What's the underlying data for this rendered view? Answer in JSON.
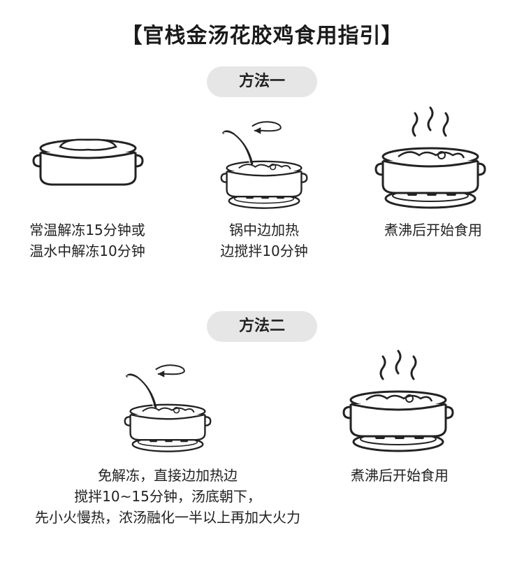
{
  "title": "【官栈金汤花胶鸡食用指引】",
  "method1": {
    "label": "方法一",
    "steps": [
      {
        "lines": [
          "常温解冻15分钟或",
          "温水中解冻10分钟"
        ],
        "icon": "thawing-bowl-icon"
      },
      {
        "lines": [
          "锅中边加热",
          "边搅拌10分钟"
        ],
        "icon": "stir-heat-pot-icon"
      },
      {
        "lines": [
          "煮沸后开始食用"
        ],
        "icon": "boiling-pot-icon"
      }
    ]
  },
  "method2": {
    "label": "方法二",
    "steps": [
      {
        "lines": [
          "免解冻，直接边加热边",
          "搅拌10~15分钟，汤底朝下，",
          "先小火慢热，浓汤融化一半以上再加大火力"
        ],
        "icon": "stir-heat-pot-icon"
      },
      {
        "lines": [
          "煮沸后开始食用"
        ],
        "icon": "boiling-pot-icon"
      }
    ]
  }
}
